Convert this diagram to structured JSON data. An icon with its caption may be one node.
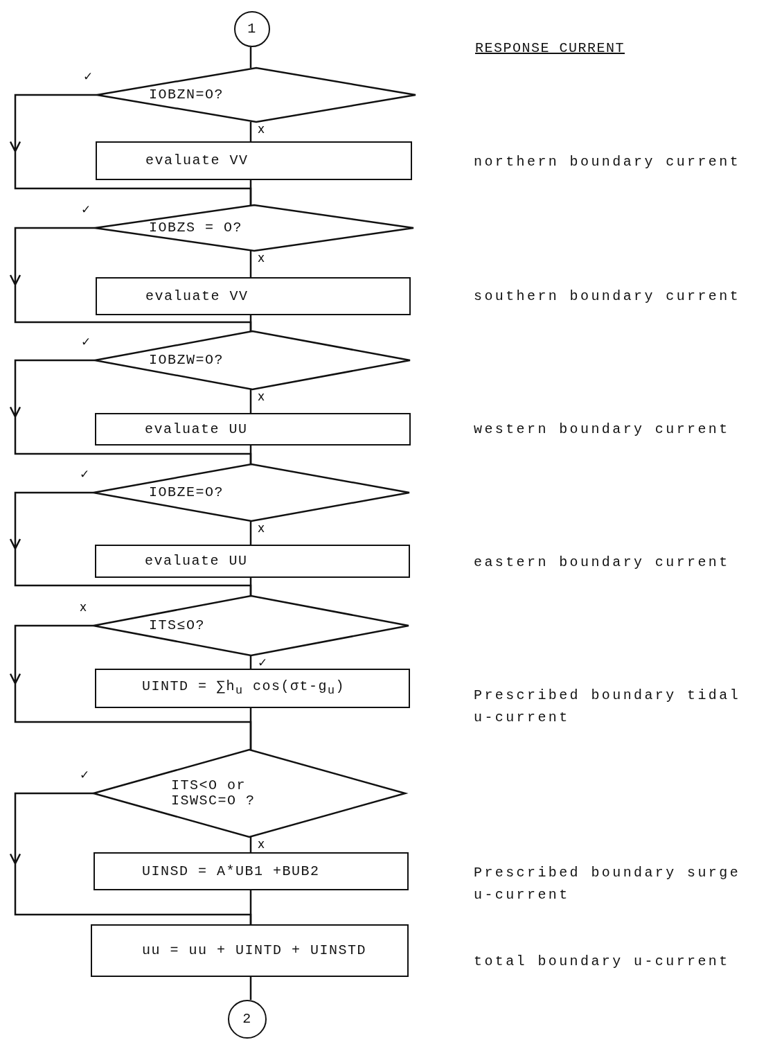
{
  "diagram": {
    "title": "RESPONSE CURRENT",
    "nodes": [
      {
        "text": [
          "1"
        ]
      },
      {
        "text": [
          "IOBZN=O?"
        ]
      },
      {
        "text": [
          "evaluate VV"
        ]
      },
      {
        "text": [
          "IOBZS = O?"
        ]
      },
      {
        "text": [
          "evaluate VV"
        ]
      },
      {
        "text": [
          "IOBZW=O?"
        ]
      },
      {
        "text": [
          "evaluate UU"
        ]
      },
      {
        "text": [
          "IOBZE=O?"
        ]
      },
      {
        "text": [
          "evaluate UU"
        ]
      },
      {
        "text": [
          "ITS≤O?"
        ]
      },
      {
        "text": [
          "UINTD = ∑h$_{u}$ cos(σt-g$_{u}$)"
        ]
      },
      {
        "text": [
          "ITS<O or ISWSC=O ?"
        ]
      },
      {
        "text": [
          "UINSD = A*UB1 +BUB2"
        ]
      },
      {
        "text": [
          "uu = uu + UINTD + UINSTD"
        ]
      },
      {
        "text": [
          "2"
        ]
      }
    ],
    "edges": [
      {
        "from": 0,
        "to": 1,
        "arrow": "none"
      },
      {
        "from": 1,
        "to": 2,
        "arrow": "none",
        "label": "x"
      },
      {
        "from": 1,
        "to": 3,
        "arrow": "to",
        "label": "✓"
      },
      {
        "from": 2,
        "to": 3,
        "arrow": "none"
      },
      {
        "from": 3,
        "to": 4,
        "arrow": "none",
        "label": "x"
      },
      {
        "from": 3,
        "to": 5,
        "arrow": "to",
        "label": "✓"
      },
      {
        "from": 4,
        "to": 5,
        "arrow": "none"
      },
      {
        "from": 5,
        "to": 6,
        "arrow": "none",
        "label": "x"
      },
      {
        "from": 5,
        "to": 7,
        "arrow": "to",
        "label": "✓"
      },
      {
        "from": 6,
        "to": 7,
        "arrow": "none"
      },
      {
        "from": 7,
        "to": 8,
        "arrow": "none",
        "label": "x"
      },
      {
        "from": 7,
        "to": 9,
        "arrow": "to",
        "label": "✓"
      },
      {
        "from": 8,
        "to": 9,
        "arrow": "none"
      },
      {
        "from": 9,
        "to": 10,
        "arrow": "none",
        "label": "✓"
      },
      {
        "from": 9,
        "to": 11,
        "arrow": "to",
        "label": "x"
      },
      {
        "from": 10,
        "to": 11,
        "arrow": "none"
      },
      {
        "from": 11,
        "to": 12,
        "arrow": "none",
        "label": "x"
      },
      {
        "from": 11,
        "to": 13,
        "arrow": "to",
        "label": "✓"
      },
      {
        "from": 12,
        "to": 13,
        "arrow": "none"
      },
      {
        "from": 13,
        "to": 14,
        "arrow": "none"
      }
    ],
    "labels": [
      "northern boundary current",
      "southern boundary current",
      "western boundary current",
      "eastern boundary current",
      "Prescribed boundary tidal u-current",
      "Prescribed boundary surge u-current",
      "total boundary u-current"
    ]
  }
}
